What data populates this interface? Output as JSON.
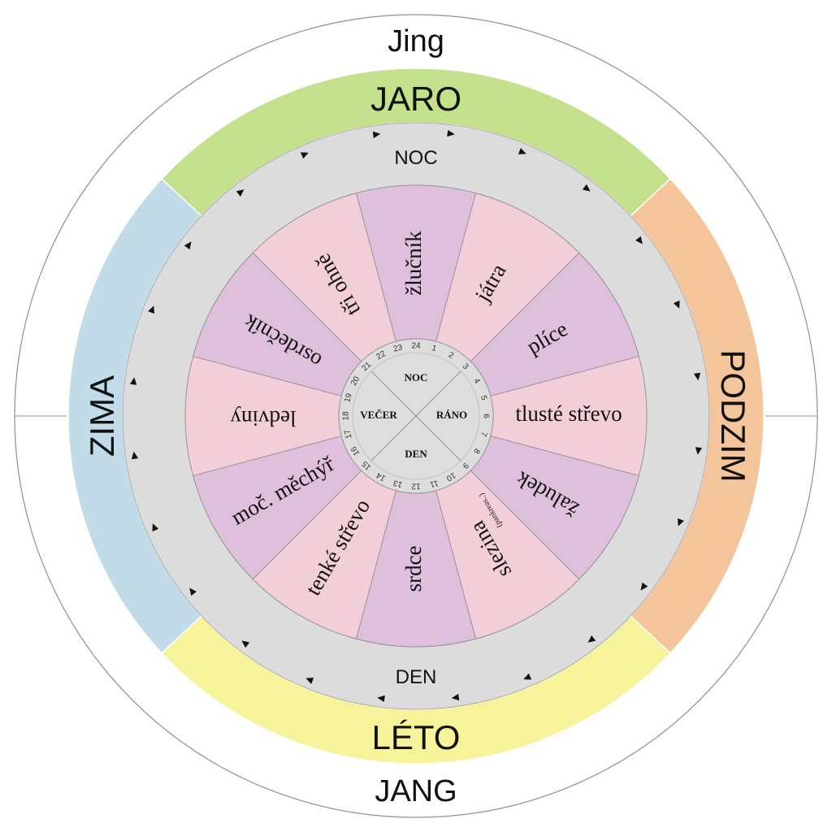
{
  "labels": {
    "top": "Jing",
    "bottom": "JANG"
  },
  "seasons": [
    {
      "key": "jaro",
      "label": "JARO",
      "color": "#c3e08c"
    },
    {
      "key": "podzim",
      "label": "PODZIM",
      "color": "#f4c59b"
    },
    {
      "key": "leto",
      "label": "LÉTO",
      "color": "#f6f39a"
    },
    {
      "key": "zima",
      "label": "ZIMA",
      "color": "#c1dbe8"
    }
  ],
  "day_ring": {
    "top": "NOC",
    "bottom": "DEN",
    "color": "#dcdcdc"
  },
  "organs": [
    {
      "label": "žlučník",
      "color": "#dfc0dc"
    },
    {
      "label": "játra",
      "color": "#f2cfd8"
    },
    {
      "label": "plíce",
      "color": "#dfc0dc"
    },
    {
      "label": "tlusté střevo",
      "color": "#f2cfd8"
    },
    {
      "label": "žaludek",
      "color": "#dfc0dc"
    },
    {
      "label": "slezina",
      "note": "(pankreas..)",
      "color": "#f2cfd8"
    },
    {
      "label": "srdce",
      "color": "#dfc0dc"
    },
    {
      "label": "tenké střevo",
      "color": "#f2cfd8"
    },
    {
      "label": "moč. měchýř",
      "color": "#dfc0dc"
    },
    {
      "label": "ledviny",
      "color": "#f2cfd8"
    },
    {
      "label": "osrdečník",
      "color": "#dfc0dc"
    },
    {
      "label": "tři ohně",
      "color": "#f2cfd8"
    }
  ],
  "clock": {
    "hours": [
      "24",
      "1",
      "2",
      "3",
      "4",
      "5",
      "6",
      "7",
      "8",
      "9",
      "10",
      "11",
      "12",
      "13",
      "14",
      "15",
      "16",
      "17",
      "18",
      "19",
      "20",
      "21",
      "22",
      "23"
    ],
    "quadrants": {
      "top": "NOC",
      "right": "RÁNO",
      "bottom": "DEN",
      "left": "VEČER"
    },
    "color": "#dddddd"
  }
}
